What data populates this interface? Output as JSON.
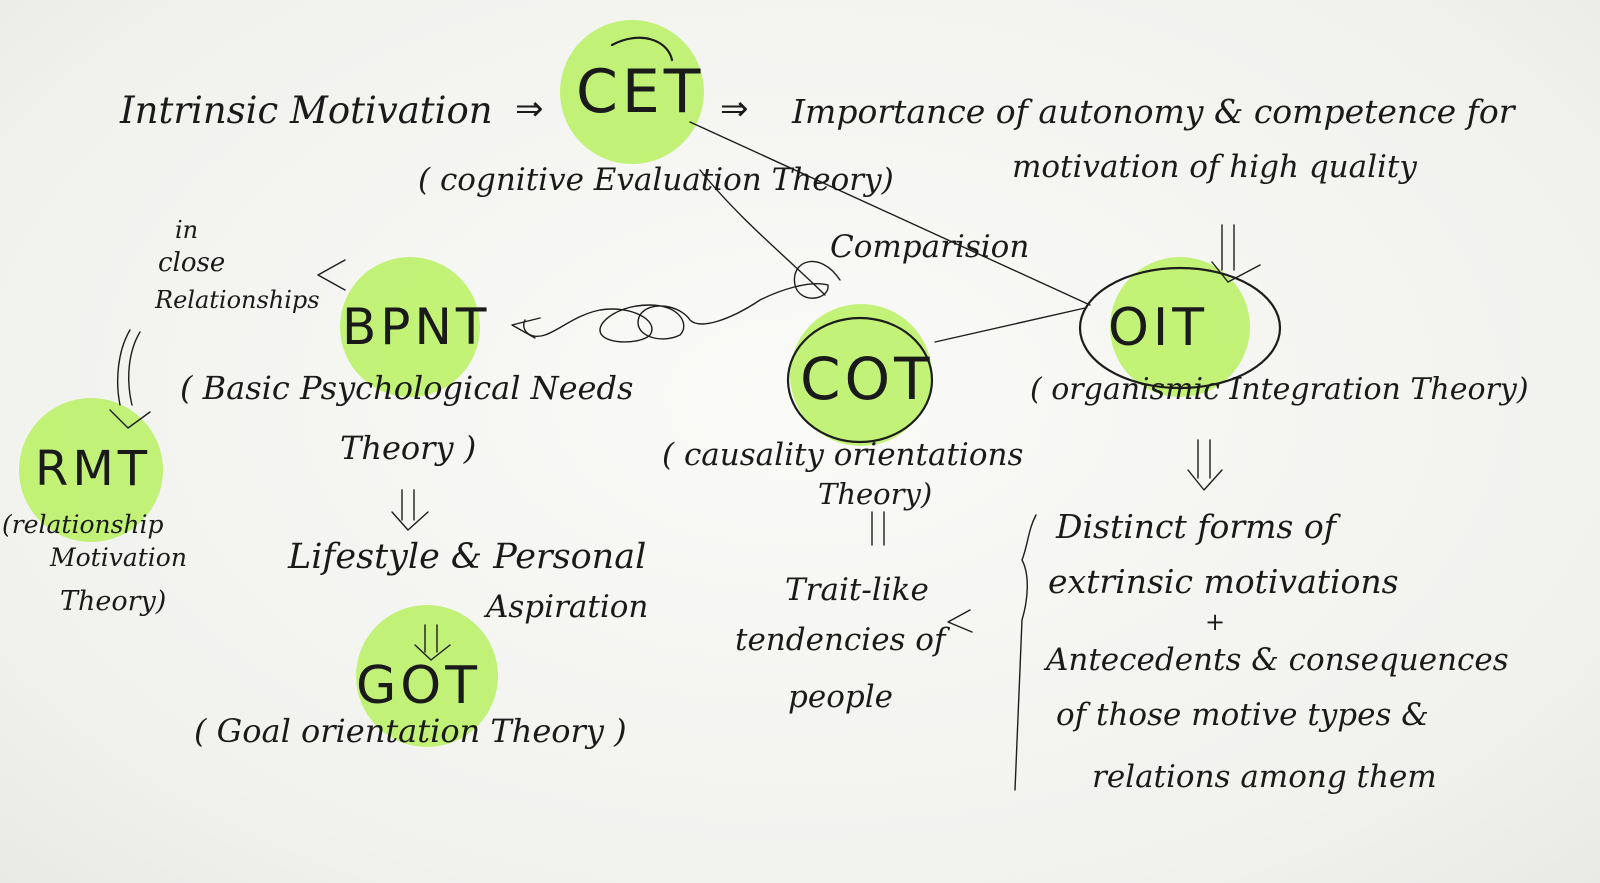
{
  "nodes": {
    "cet": {
      "acronym": "CET",
      "full": "( cognitive Evaluation Theory)"
    },
    "bpnt": {
      "acronym": "BPNT",
      "full_line1": "( Basic Psychological Needs",
      "full_line2": "Theory )"
    },
    "rmt": {
      "acronym": "RMT",
      "full_line1": "(relationship",
      "full_line2": "Motivation",
      "full_line3": "Theory)"
    },
    "cot": {
      "acronym": "COT",
      "full_line1": "( causality orientations",
      "full_line2": "Theory)"
    },
    "oit": {
      "acronym": "OIT",
      "full": "( organismic Integration Theory)"
    },
    "got": {
      "acronym": "GOT",
      "full": "( Goal orientation Theory )"
    }
  },
  "texts": {
    "intrinsic_motivation": "Intrinsic Motivation",
    "importance_line1": "Importance of autonomy & competence for",
    "importance_line2": "motivation of high quality",
    "comparision": "Comparision",
    "close_rel_line1": "in",
    "close_rel_line2": "close",
    "close_rel_line3": "Relationships",
    "lifestyle_line1": "Lifestyle & Personal",
    "lifestyle_line2": "Aspiration",
    "trait_line1": "Trait-like",
    "trait_line2": "tendencies of",
    "trait_line3": "people",
    "distinct_line1": "Distinct forms of",
    "distinct_line2": "extrinsic motivations",
    "plus": "+",
    "antecedents_line1": "Antecedents & consequences",
    "antecedents_line2": "of those motive types &",
    "antecedents_line3": "relations among them"
  },
  "colors": {
    "highlight": "#b6f05a",
    "ink": "#1d1d1d",
    "board": "#f4f4f2"
  }
}
